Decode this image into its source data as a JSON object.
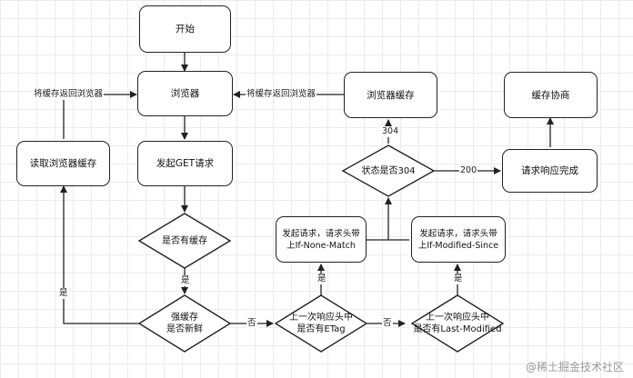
{
  "nodes": {
    "start": "开始",
    "browser": "浏览器",
    "browser_cache": "浏览器缓存",
    "cache_negotiation": "缓存协商",
    "read_browser_cache": "读取浏览器缓存",
    "send_get": "发起GET请求",
    "response_complete": "请求响应完成",
    "req_none_match": [
      "发起请求，请求头带",
      "上If-None-Match"
    ],
    "req_modified_since": [
      "发起请求，请求头带",
      "上If-Modified-Since"
    ]
  },
  "decisions": {
    "status_304": "状态是否304",
    "has_cache": "是否有缓存",
    "strong_cache": [
      "强缓存",
      "是否新鲜"
    ],
    "has_etag": [
      "上一次响应头中",
      "是否有ETag"
    ],
    "has_last_modified": [
      "上一次响应头中",
      "是否有Last-Modified"
    ]
  },
  "labels": {
    "return_left": "将缓存返回浏览器",
    "return_mid": "将缓存返回浏览器",
    "code_304": "304",
    "code_200": "200",
    "yes_cache": "是",
    "yes_strong": "是",
    "no_strong": "否",
    "yes_etag": "是",
    "no_etag": "否",
    "yes_lm": "是"
  },
  "watermark": "@稀土掘金技术社区"
}
